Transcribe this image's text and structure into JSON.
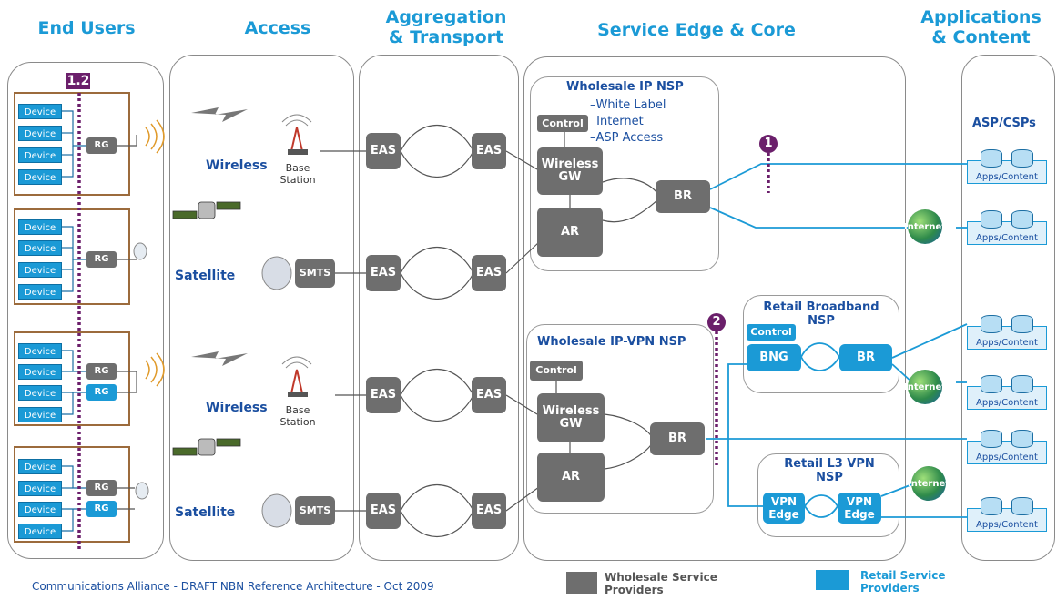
{
  "headers": {
    "end_users": "End Users",
    "access": "Access",
    "aggregation": "Aggregation\n& Transport",
    "service_edge": "Service Edge & Core",
    "applications": "Applications\n& Content"
  },
  "ref_1_2": "1.2",
  "device_label": "Device",
  "rg_label": "RG",
  "access": {
    "wireless": "Wireless",
    "satellite": "Satellite",
    "base_station": "Base\nStation",
    "smts": "SMTS"
  },
  "eas_label": "EAS",
  "wholesale_ip": {
    "title": "Wholesale IP NSP",
    "control": "Control",
    "notes": [
      "–White Label",
      " Internet",
      "–ASP Access"
    ],
    "wireless_gw": "Wireless\nGW",
    "ar": "AR",
    "br": "BR"
  },
  "wholesale_ipvpn": {
    "title": "Wholesale IP-VPN NSP",
    "control": "Control",
    "wireless_gw": "Wireless\nGW",
    "ar": "AR",
    "br": "BR"
  },
  "retail_broadband": {
    "title": "Retail Broadband\nNSP",
    "control": "Control",
    "bng": "BNG",
    "br": "BR"
  },
  "retail_l3vpn": {
    "title": "Retail L3 VPN\nNSP",
    "vpn_edge": "VPN\nEdge"
  },
  "markers": {
    "one": "1",
    "two": "2"
  },
  "asp_title": "ASP/CSPs",
  "apps_label": "Apps/Content",
  "internet_label": "Internet",
  "footer": {
    "credit": "Communications Alliance - DRAFT NBN Reference Architecture - Oct 2009",
    "legend_wholesale": "Wholesale Service\nProviders",
    "legend_retail": "Retail Service\nProviders"
  },
  "colors": {
    "retail_blue": "#1b9ad6",
    "wholesale_grey": "#6e6e6e",
    "header_blue": "#1b9ad6",
    "marker_purple": "#6b1f6b"
  }
}
